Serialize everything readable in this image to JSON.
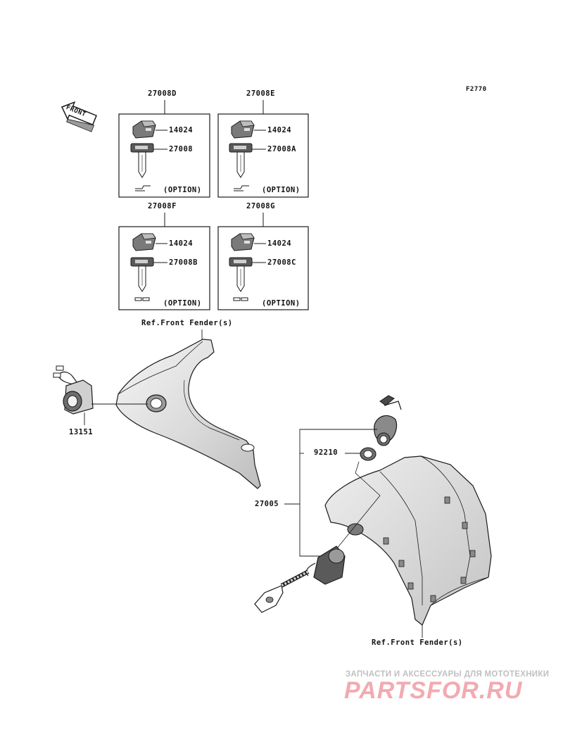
{
  "diagram_code": "F2770",
  "front_label": "FRONT",
  "kits": [
    {
      "kit": "27008D",
      "cover": "14024",
      "key": "27008",
      "option": "(OPTION)"
    },
    {
      "kit": "27008E",
      "cover": "14024",
      "key": "27008A",
      "option": "(OPTION)"
    },
    {
      "kit": "27008F",
      "cover": "14024",
      "key": "27008B",
      "option": "(OPTION)"
    },
    {
      "kit": "27008G",
      "cover": "14024",
      "key": "27008C",
      "option": "(OPTION)"
    }
  ],
  "parts": {
    "switch_13151": "13151",
    "nut_92210": "92210",
    "ignition_27005": "27005",
    "fender_ref_top": "Ref.Front Fender(s)",
    "fender_ref_bottom": "Ref.Front Fender(s)"
  },
  "watermark": {
    "tagline": "ЗАПЧАСТИ И АКСЕССУАРЫ ДЛЯ МОТОТЕХНИКИ",
    "logo": "PARTSFOR.RU"
  },
  "colors": {
    "line": "#1a1a1a",
    "fill_dark": "#6e6e6e",
    "fill_light": "#e6e6e6",
    "watermark": "#f2aab0"
  }
}
